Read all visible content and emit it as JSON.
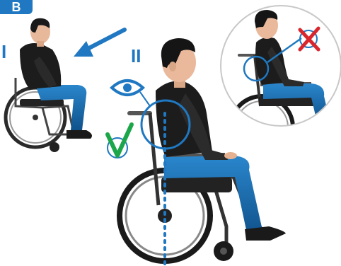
{
  "panel_letter": "B",
  "labels": {
    "step_1": "I",
    "step_2": "II"
  },
  "icons": [
    "arrow-icon",
    "eye-icon",
    "checkmark-icon",
    "cross-icon"
  ],
  "colors": {
    "accent_blue": "#1f78c1",
    "jeans_blue": "#1b6fb5",
    "shirt_black": "#1c1c1c",
    "check_green": "#1ca64a",
    "cross_red": "#d9262c",
    "wheel_grey": "#555555"
  }
}
